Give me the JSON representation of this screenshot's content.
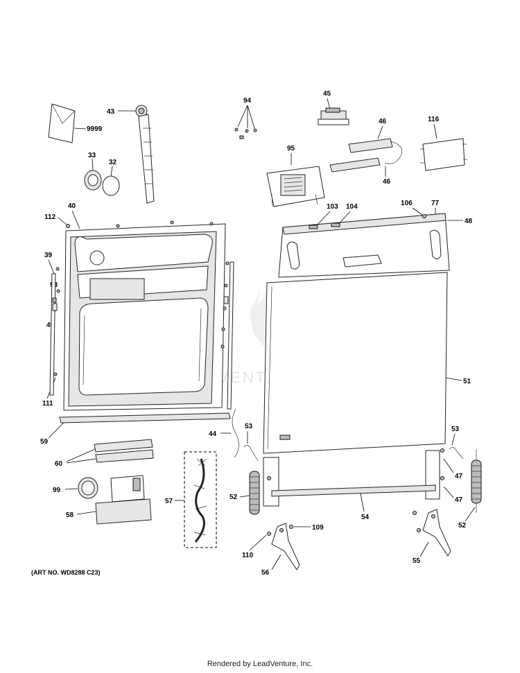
{
  "watermark": "LEADVENTURE",
  "art_number": "(ART NO. WD8288 C23)",
  "footer": "Rendered by LeadVenture, Inc.",
  "callouts": [
    "9999",
    "43",
    "33",
    "32",
    "94",
    "45",
    "46",
    "46",
    "116",
    "95",
    "112",
    "40",
    "103",
    "104",
    "106",
    "77",
    "48",
    "39",
    "93",
    "49",
    "111",
    "59",
    "44",
    "51",
    "53",
    "53",
    "60",
    "99",
    "57",
    "58",
    "52",
    "52",
    "47",
    "47",
    "54",
    "109",
    "110",
    "56",
    "55"
  ]
}
